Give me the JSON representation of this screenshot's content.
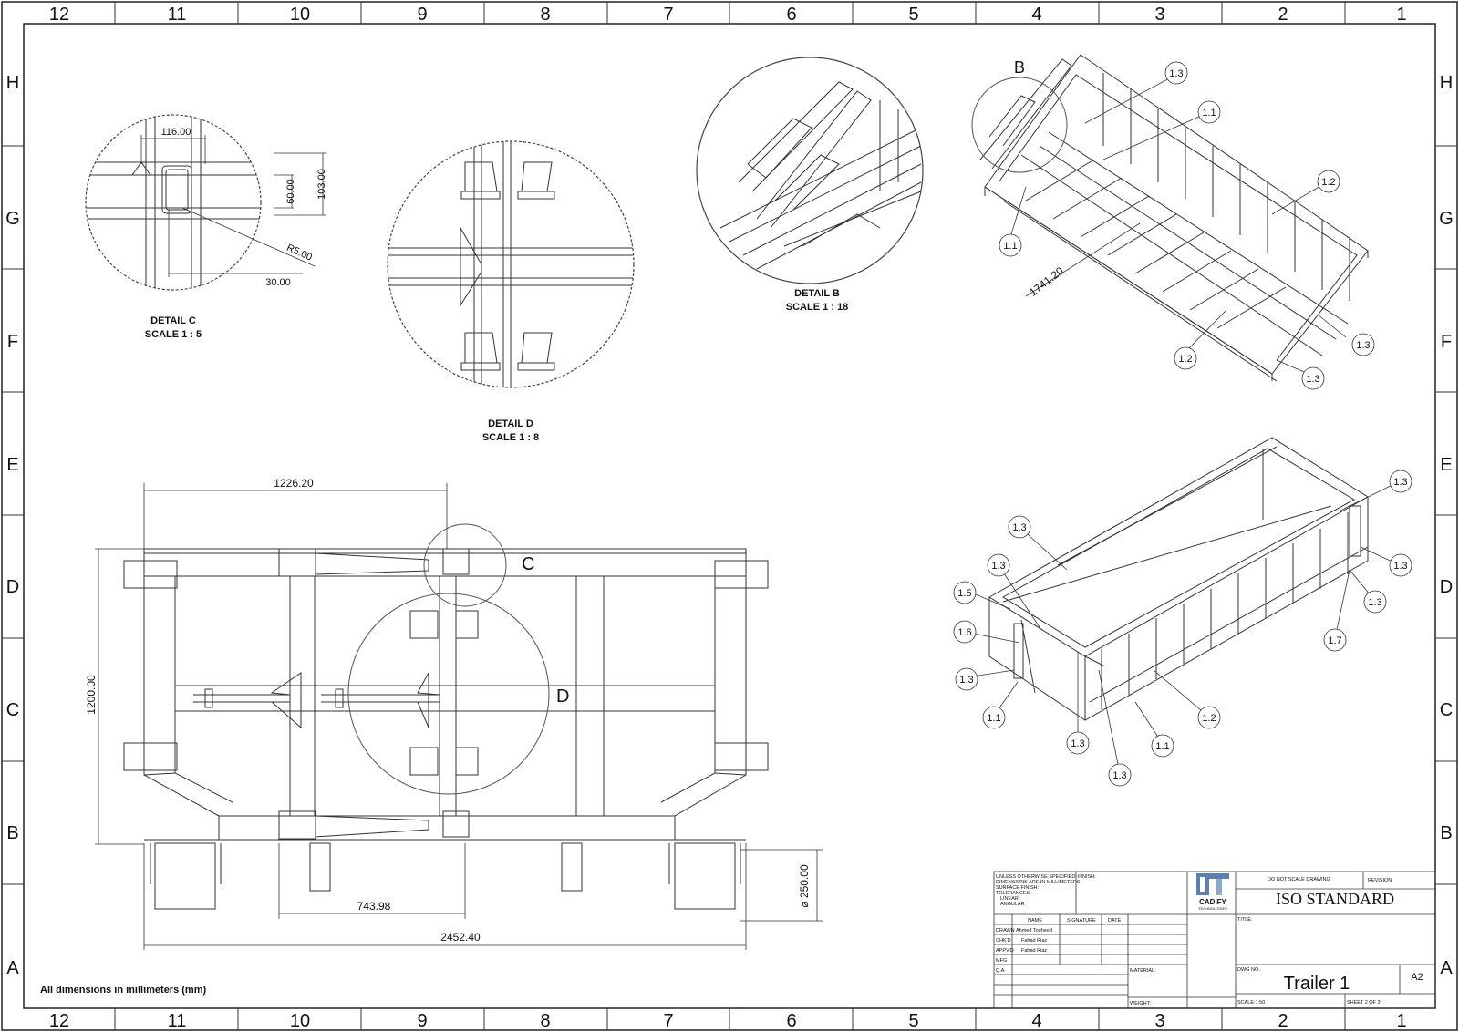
{
  "grid": {
    "columns": [
      "12",
      "11",
      "10",
      "9",
      "8",
      "7",
      "6",
      "5",
      "4",
      "3",
      "2",
      "1"
    ],
    "rows": [
      "H",
      "G",
      "F",
      "E",
      "D",
      "C",
      "B",
      "A"
    ]
  },
  "details": {
    "c_title": "DETAIL C",
    "c_scale": "SCALE 1 : 5",
    "d_title": "DETAIL D",
    "d_scale": "SCALE 1 : 8",
    "b_title": "DETAIL B",
    "b_scale": "SCALE 1 : 18",
    "detail_letters": [
      "C",
      "D",
      "B"
    ]
  },
  "dimensions": {
    "c_116": "116.00",
    "c_60": "60.00",
    "c_103": "103.00",
    "c_r5": "R5.00",
    "c_30": "30.00",
    "top_1226": "1226.20",
    "left_1200": "1200.00",
    "bottom_743": "743.98",
    "bottom_2452": "2452.40",
    "wheel_250": "⌀ 250.00",
    "iso_1741": "1741.20"
  },
  "balloons_upper": [
    "1.3",
    "1.1",
    "1.2",
    "1.1",
    "1.2",
    "1.3",
    "1.3"
  ],
  "balloons_lower": [
    "1.3",
    "1.3",
    "1.3",
    "1.3",
    "1.3",
    "1.5",
    "1.6",
    "1.3",
    "1.1",
    "1.3",
    "1.3",
    "1.2",
    "1.1",
    "1.7"
  ],
  "note": "All dimensions in millimeters (mm)",
  "title_block": {
    "general_note": [
      "UNLESS OTHERWISE SPECIFIED:",
      "DIMENSIONS ARE IN MILLIMETERS",
      "SURFACE FINISH:",
      "TOLERANCES:",
      "LINEAR:",
      "ANGULAR:"
    ],
    "finish_label": "FINISH:",
    "col_name": "NAME",
    "col_signature": "SIGNATURE",
    "col_date": "DATE",
    "roles": [
      "DRAWN",
      "CHK'D",
      "APPV'D",
      "MFG",
      "Q.A"
    ],
    "names": [
      "Ahmed Touheed",
      "Fahad Riaz",
      "Fahad Riaz"
    ],
    "material_label": "MATERIAL:",
    "weight_label": "WEIGHT:",
    "logo_name": "CADIFY",
    "logo_sub": "TECHNOLOGIES",
    "do_not_scale": "DO NOT SCALE DRAWING",
    "revision_label": "REVISION",
    "standard": "ISO STANDARD",
    "title_label": "TITLE:",
    "dwg_no_label": "DWG NO.",
    "dwg_name": "Trailer 1",
    "sheet_size": "A2",
    "scale": "SCALE:1:50",
    "sheet": "SHEET 2 OF 3"
  }
}
